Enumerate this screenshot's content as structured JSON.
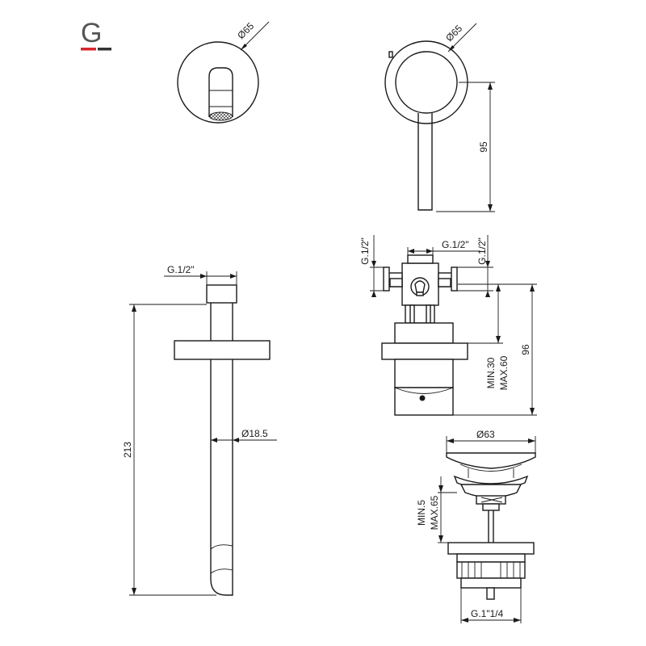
{
  "logo": {
    "letter": "G",
    "colors": {
      "letter": "#555555",
      "bar_red": "#d7262d",
      "bar_dark": "#333333"
    }
  },
  "dimensions": {
    "spout_flange_dia": "Ø65",
    "mixer_plate_dia": "Ø65",
    "lever_length": "95",
    "spout_connection": "G.1/2\"",
    "spout_length": "213",
    "spout_pipe_dia": "Ø18.5",
    "body_top_left": "G.1/2\"",
    "body_top_center": "G.1/2\"",
    "body_top_right": "G.1/2\"",
    "body_depth": "96",
    "body_min": "MIN.30",
    "body_max": "MAX.60",
    "waste_cap_dia": "Ø63",
    "waste_min": "MIN.5",
    "waste_max": "MAX.65",
    "waste_thread": "G.1\"1/4"
  },
  "colors": {
    "line": "#1a1a1a",
    "background": "#ffffff"
  }
}
